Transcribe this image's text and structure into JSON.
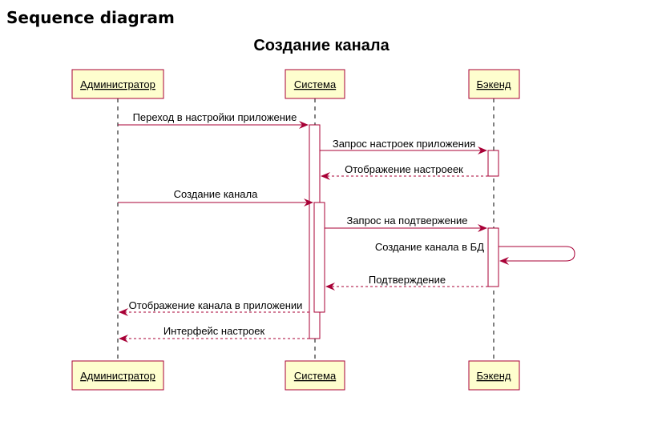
{
  "page": {
    "heading": "Sequence diagram"
  },
  "diagram": {
    "title": "Создание канала",
    "participants": [
      {
        "id": "admin",
        "label": "Администратор"
      },
      {
        "id": "system",
        "label": "Система"
      },
      {
        "id": "backend",
        "label": "Бэкенд"
      }
    ],
    "messages": [
      {
        "label": "Переход в настройки приложение",
        "from": "admin",
        "to": "system",
        "style": "solid"
      },
      {
        "label": "Запрос настроек приложения",
        "from": "system",
        "to": "backend",
        "style": "solid"
      },
      {
        "label": "Отображение настроеек",
        "from": "backend",
        "to": "system",
        "style": "dashed"
      },
      {
        "label": "Создание канала",
        "from": "admin",
        "to": "system",
        "style": "solid"
      },
      {
        "label": "Запрос на подтвержение",
        "from": "system",
        "to": "backend",
        "style": "solid"
      },
      {
        "label": "Создание канала в БД",
        "from": "backend",
        "to": "backend",
        "style": "self"
      },
      {
        "label": "Подтверждение",
        "from": "backend",
        "to": "system",
        "style": "dashed"
      },
      {
        "label": "Отображение канала в приложении",
        "from": "system",
        "to": "admin",
        "style": "dashed"
      },
      {
        "label": "Интерфейс настроек",
        "from": "system",
        "to": "admin",
        "style": "dashed"
      }
    ],
    "colors": {
      "participant_fill": "#FEFECE",
      "border": "#A80036",
      "lifeline": "#000000"
    }
  }
}
